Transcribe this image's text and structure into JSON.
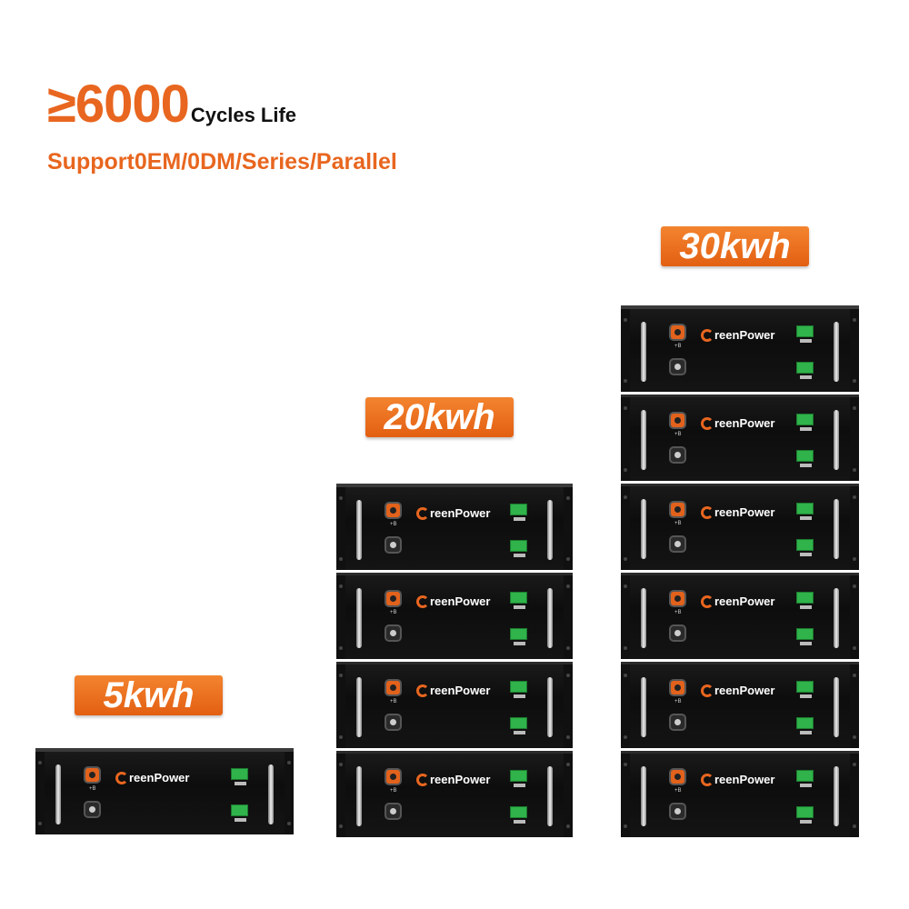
{
  "headline": {
    "prefix": "≥6000",
    "suffix": "Cycles Life"
  },
  "subline": "Support0EM/0DM/Series/Parallel",
  "brand": {
    "name": "reenPower",
    "accent": "#e8661f"
  },
  "configs": [
    {
      "label": "5kwh",
      "modules": 1
    },
    {
      "label": "20kwh",
      "modules": 4
    },
    {
      "label": "30kwh",
      "modules": 6
    }
  ],
  "terminal_label": "+B"
}
